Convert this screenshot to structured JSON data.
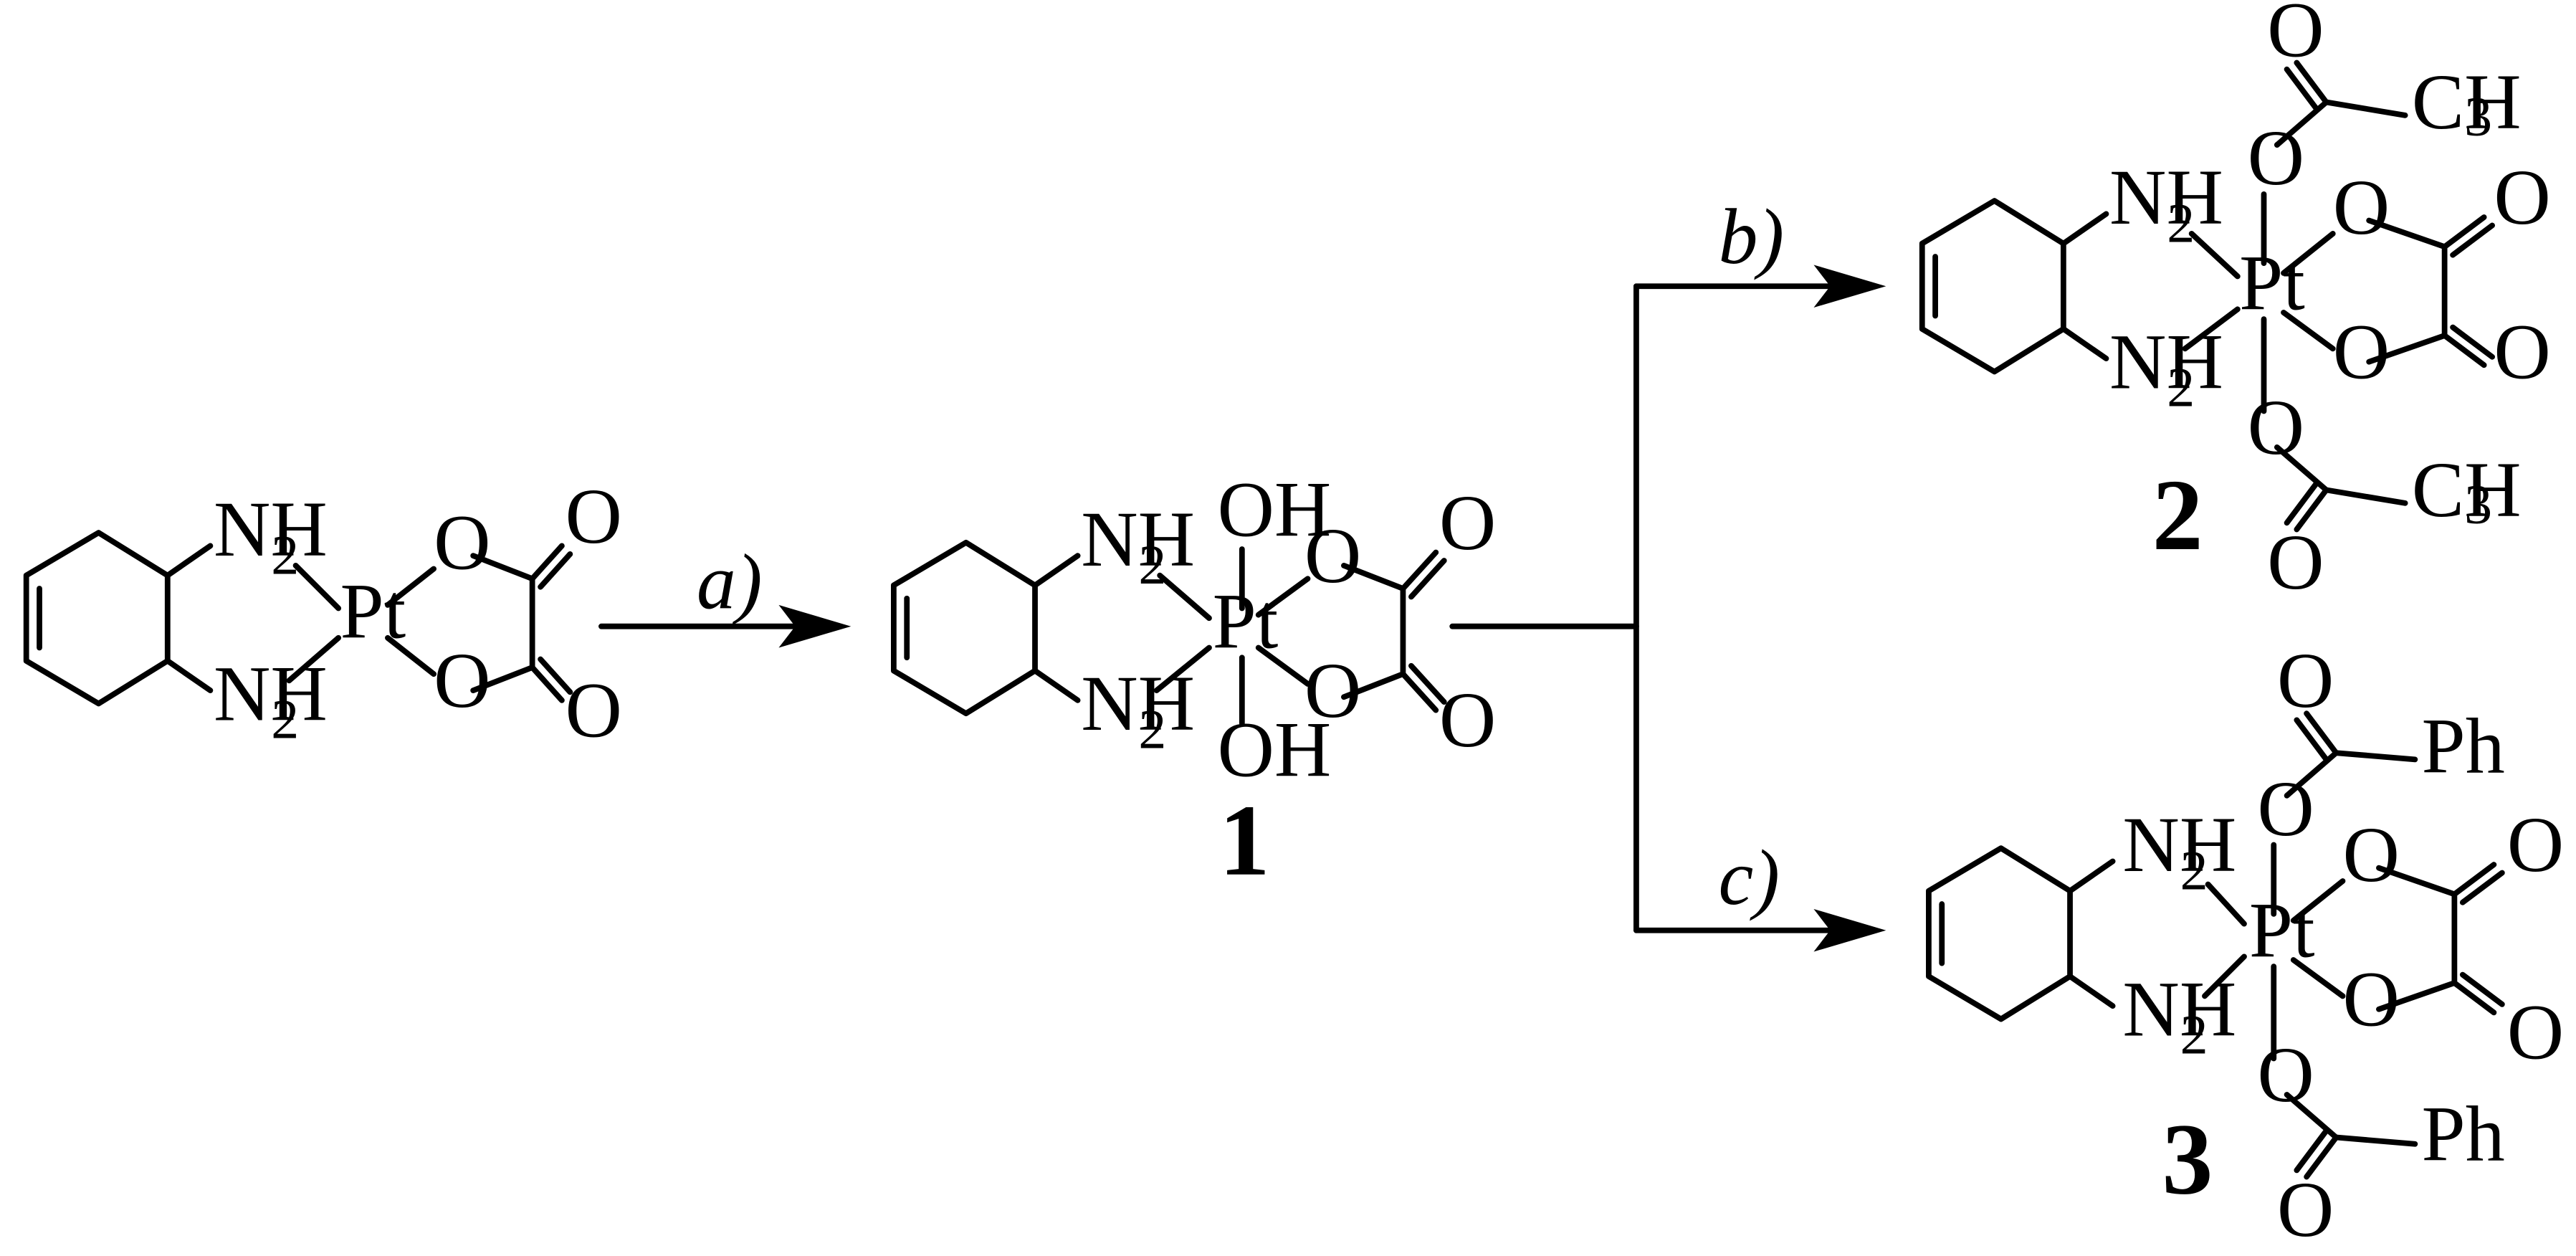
{
  "labels": {
    "nh": "NH",
    "sub2": "2",
    "pt": "Pt",
    "o": "O",
    "oh": "OH",
    "ch": "CH",
    "sub3": "3",
    "ph": "Ph"
  },
  "conditions": {
    "a": "a)",
    "b": "b)",
    "c": "c)"
  },
  "compounds": {
    "c1": "1",
    "c2": "2",
    "c3": "3"
  }
}
